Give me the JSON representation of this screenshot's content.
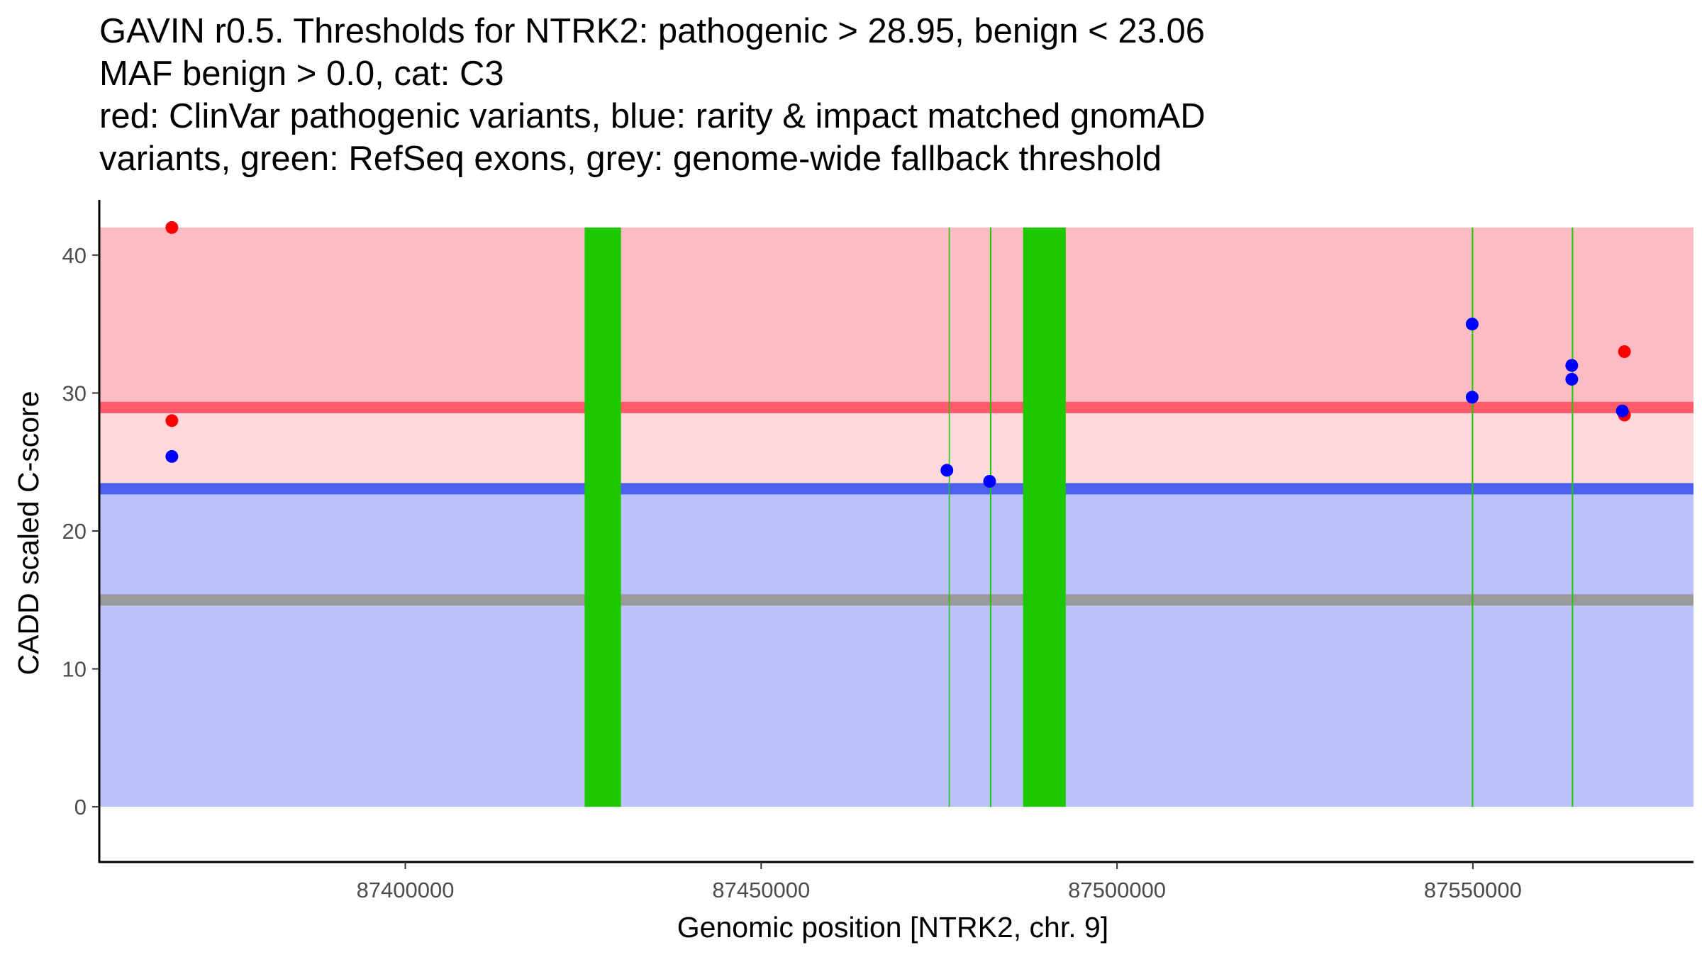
{
  "title_lines": [
    "GAVIN r0.5. Thresholds for NTRK2: pathogenic > 28.95, benign < 23.06",
    "MAF benign > 0.0, cat: C3",
    "red: ClinVar pathogenic variants, blue: rarity & impact matched gnomAD",
    "variants, green: RefSeq exons, grey: genome-wide fallback threshold"
  ],
  "chart_data": {
    "type": "scatter",
    "xlabel": "Genomic position [NTRK2, chr. 9]",
    "ylabel": "CADD scaled C-score",
    "xlim": [
      87357000,
      87581000
    ],
    "ylim": [
      -4,
      44
    ],
    "x_ticks": [
      87400000,
      87450000,
      87500000,
      87550000
    ],
    "x_tick_labels": [
      "87400000",
      "87450000",
      "87500000",
      "87550000"
    ],
    "y_ticks": [
      0,
      10,
      20,
      30,
      40
    ],
    "y_tick_labels": [
      "0",
      "10",
      "20",
      "30",
      "40"
    ],
    "grid": false,
    "legend": "none",
    "shading_y_max": 42,
    "thresholds": {
      "pathogenic": 28.95,
      "benign": 23.06,
      "fallback": 15.0
    },
    "regions": [
      {
        "name": "pathogenic",
        "y": [
          28.95,
          42
        ],
        "color": "#fcbcc3"
      },
      {
        "name": "intermediate",
        "y": [
          23.06,
          28.95
        ],
        "color": "#fdd8dd"
      },
      {
        "name": "benign",
        "y": [
          0,
          23.06
        ],
        "color": "#bbc2fa"
      }
    ],
    "threshold_lines": [
      {
        "name": "pathogenic",
        "y": 28.95,
        "color": "#ff5a6a"
      },
      {
        "name": "benign",
        "y": 23.06,
        "color": "#4e61ee"
      },
      {
        "name": "fallback",
        "y": 15.0,
        "color": "#9a9a9a"
      }
    ],
    "exons": [
      {
        "start": 87425200,
        "end": 87430300
      },
      {
        "start": 87476350,
        "end": 87476450
      },
      {
        "start": 87482150,
        "end": 87482350
      },
      {
        "start": 87486800,
        "end": 87492800
      },
      {
        "start": 87549850,
        "end": 87550050
      },
      {
        "start": 87563900,
        "end": 87564100
      }
    ],
    "exon_color": "#1dc800",
    "series": [
      {
        "name": "ClinVar pathogenic variants",
        "color": "#ff0000",
        "points": [
          {
            "x": 87367200,
            "y": 42.0
          },
          {
            "x": 87367200,
            "y": 28.0
          },
          {
            "x": 87571300,
            "y": 33.0
          },
          {
            "x": 87571300,
            "y": 28.4
          }
        ]
      },
      {
        "name": "rarity & impact matched gnomAD variants",
        "color": "#0000ff",
        "points": [
          {
            "x": 87367200,
            "y": 25.4
          },
          {
            "x": 87476100,
            "y": 24.4
          },
          {
            "x": 87482100,
            "y": 23.6
          },
          {
            "x": 87549900,
            "y": 35.0
          },
          {
            "x": 87549900,
            "y": 29.7
          },
          {
            "x": 87563900,
            "y": 32.0
          },
          {
            "x": 87563900,
            "y": 31.0
          },
          {
            "x": 87571000,
            "y": 28.7
          }
        ]
      }
    ]
  }
}
